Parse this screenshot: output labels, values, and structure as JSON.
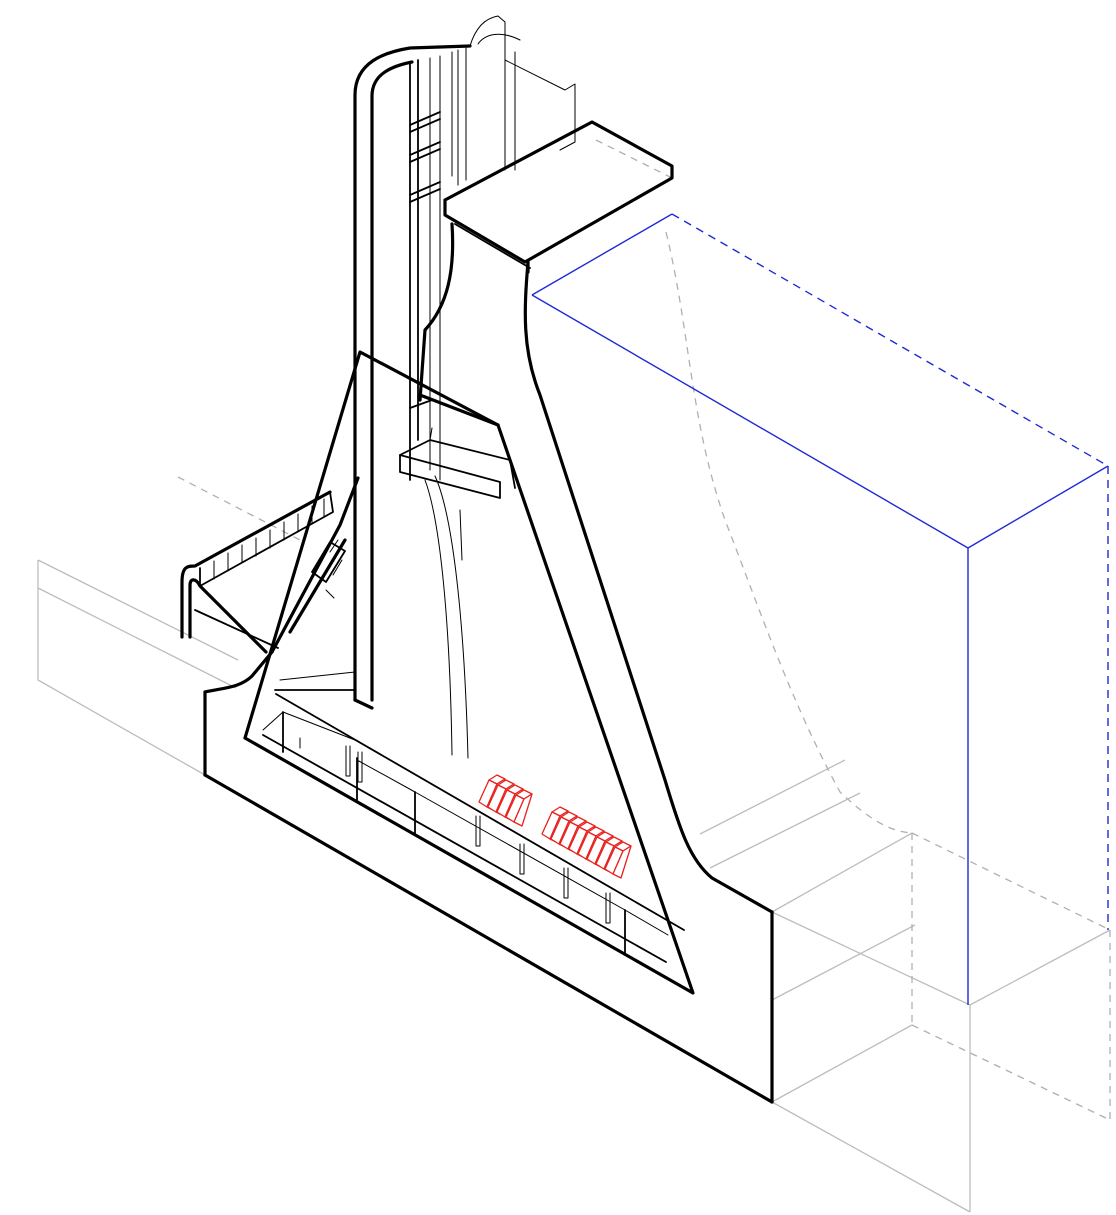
{
  "drawing": {
    "type": "axonometric-section",
    "colors": {
      "structure": "#000000",
      "context_lines": "#bdbdbd",
      "volume_outline": "#1f2bd6",
      "highlighted_elements": "#e8221f",
      "background": "#ffffff"
    },
    "highlighted_group_1_count": 4,
    "highlighted_group_2_count": 8,
    "anchor_rods_count": 6
  }
}
